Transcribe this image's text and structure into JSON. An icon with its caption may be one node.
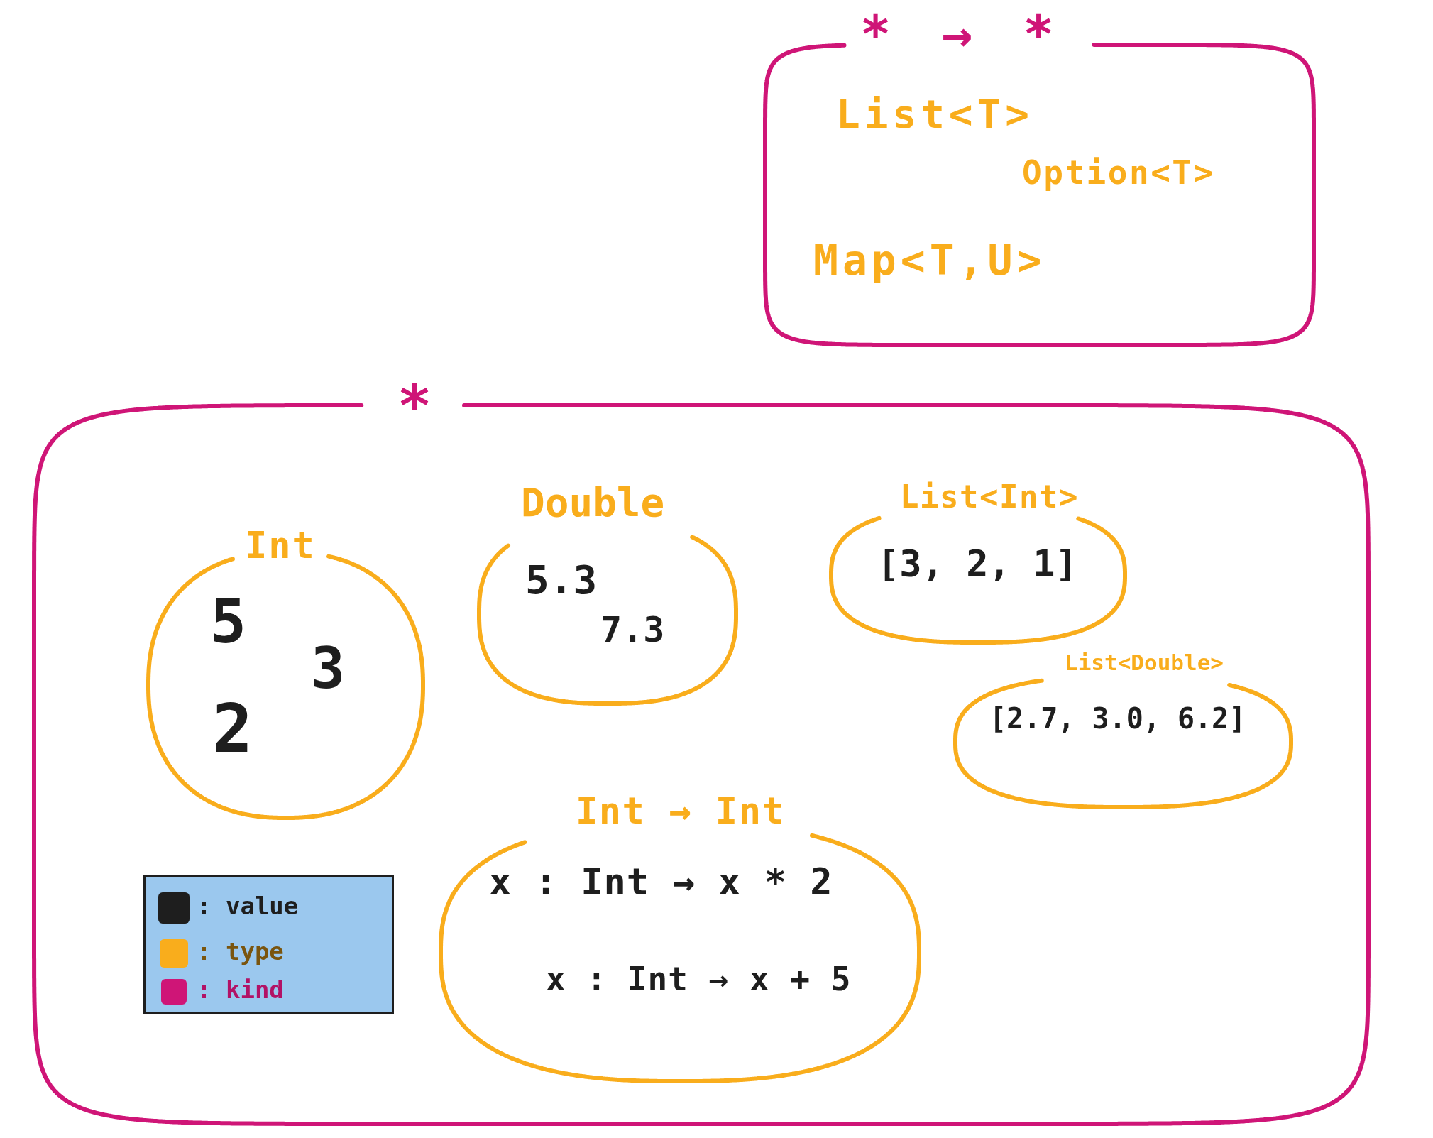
{
  "diagram": {
    "nodes": [
      {
        "text": [
          "* → *",
          "List<T>",
          "Option<T>",
          "Map<T,U>"
        ]
      },
      {
        "text": [
          "*"
        ]
      },
      {
        "text": [
          "Int",
          "5",
          "3",
          "2"
        ],
        "in": 1
      },
      {
        "text": [
          "Double",
          "5.3",
          "7.3"
        ],
        "in": 1
      },
      {
        "text": [
          "List<Int>",
          "[3, 2, 1]"
        ],
        "in": 1
      },
      {
        "text": [
          "List<Double>",
          "[2.7, 3.0, 6.2]"
        ],
        "in": 1
      },
      {
        "text": [
          "Int → Int",
          "x : Int → x * 2",
          "x : Int → x + 5"
        ],
        "in": 1
      }
    ],
    "legend": [
      {
        "text": ": value",
        "color": "#1e1e1e"
      },
      {
        "text": ": type",
        "color": "#f9ad1c"
      },
      {
        "text": ": kind",
        "color": "#cf1577"
      }
    ]
  }
}
